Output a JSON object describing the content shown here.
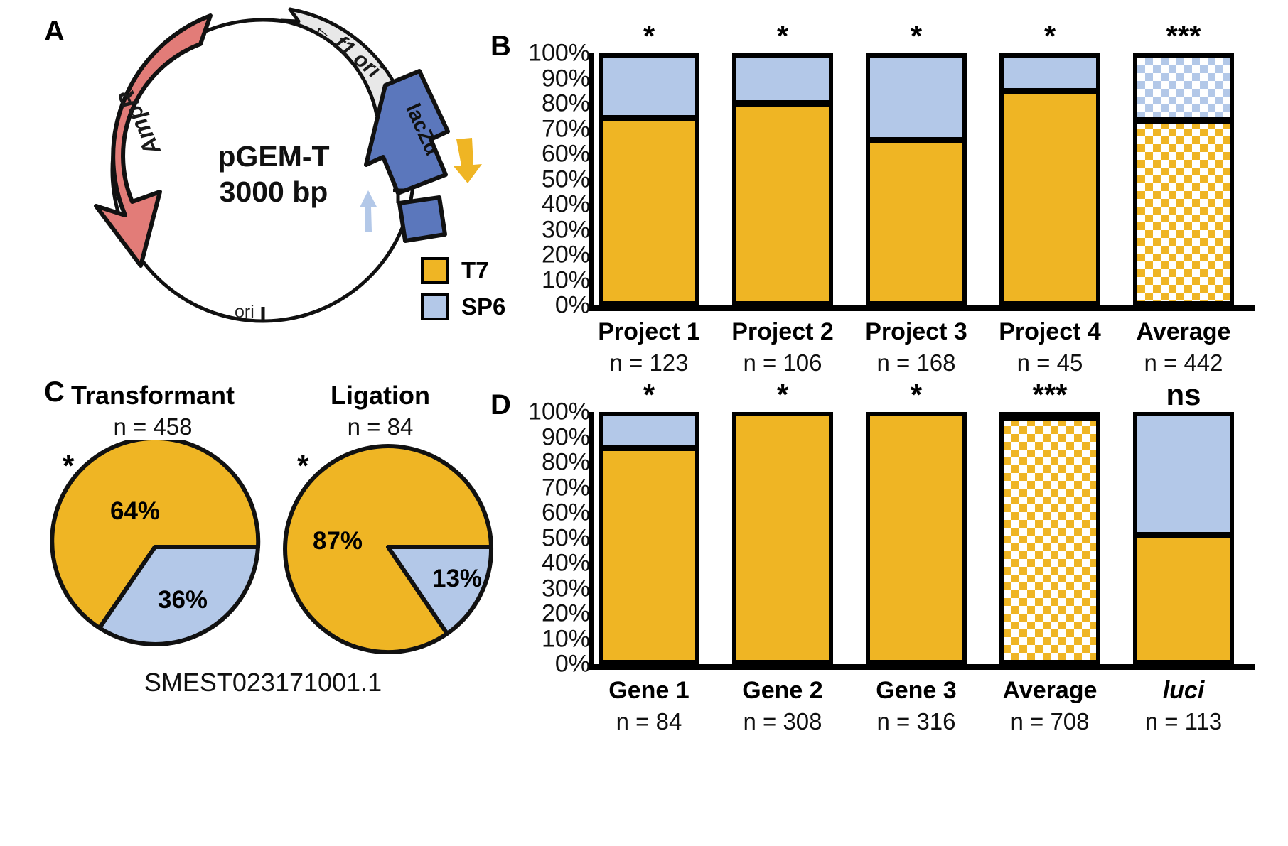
{
  "figure": {
    "panels": [
      "A",
      "B",
      "C",
      "D"
    ],
    "colors": {
      "t7_yellow": "#efb524",
      "sp6_blue": "#b3c8e8",
      "ampr_red": "#e27c78",
      "lacz_blue": "#5b77bc",
      "f1ori_grey": "#e8e8e8",
      "outline_black": "#000000"
    }
  },
  "panel_a": {
    "letter": "A",
    "plasmid_name": "pGEM-T",
    "plasmid_size": "3000 bp",
    "features": [
      {
        "name": "AmpR",
        "label": "AmpR",
        "color": "#e27c78"
      },
      {
        "name": "f1-ori",
        "label": "f1 ori",
        "arrow": "←",
        "color": "#e8e8e8"
      },
      {
        "name": "lacZ-alpha",
        "label": "lacZα",
        "color": "#5b77bc"
      },
      {
        "name": "T7-promoter",
        "label": "T7",
        "color": "#efb524"
      },
      {
        "name": "SP6-promoter",
        "label": "SP6",
        "color": "#b3c8e8"
      }
    ],
    "ori_label": "ori",
    "legend": [
      {
        "label": "T7",
        "color": "#efb524"
      },
      {
        "label": "SP6",
        "color": "#b3c8e8"
      }
    ]
  },
  "panel_c": {
    "letter": "C",
    "caption": "SMEST023171001.1",
    "pies": [
      {
        "title": "Transformant",
        "n_label": "n = 458",
        "significance": "*",
        "slices": [
          {
            "label": "64%",
            "value": 64,
            "color": "#efb524",
            "name": "T7"
          },
          {
            "label": "36%",
            "value": 36,
            "color": "#b3c8e8",
            "name": "SP6"
          }
        ]
      },
      {
        "title": "Ligation",
        "n_label": "n = 84",
        "significance": "*",
        "slices": [
          {
            "label": "87%",
            "value": 87,
            "color": "#efb524",
            "name": "T7"
          },
          {
            "label": "13%",
            "value": 13,
            "color": "#b3c8e8",
            "name": "SP6"
          }
        ]
      }
    ]
  },
  "chart_data": [
    {
      "panel": "B",
      "letter": "B",
      "type": "bar",
      "stacked": true,
      "title": "",
      "xlabel": "",
      "ylabel": "",
      "ylim": [
        0,
        100
      ],
      "yticks": [
        0,
        10,
        20,
        30,
        40,
        50,
        60,
        70,
        80,
        90,
        100
      ],
      "ytick_labels": [
        "0%",
        "10%",
        "20%",
        "30%",
        "40%",
        "50%",
        "60%",
        "70%",
        "80%",
        "90%",
        "100%"
      ],
      "grid": false,
      "legend_position": "panel-a",
      "categories": [
        "Project 1",
        "Project 2",
        "Project 3",
        "Project 4",
        "Average"
      ],
      "category_n_labels": [
        "n = 123",
        "n = 106",
        "n = 168",
        "n = 45",
        "n = 442"
      ],
      "category_styles": [
        "solid",
        "solid",
        "solid",
        "solid",
        "checkered"
      ],
      "significance": [
        "*",
        "*",
        "*",
        "*",
        "***"
      ],
      "series": [
        {
          "name": "T7",
          "color": "#efb524",
          "values": [
            75,
            81,
            66,
            86,
            74
          ]
        },
        {
          "name": "SP6",
          "color": "#b3c8e8",
          "values": [
            25,
            19,
            34,
            14,
            26
          ]
        }
      ]
    },
    {
      "panel": "D",
      "letter": "D",
      "type": "bar",
      "stacked": true,
      "title": "",
      "xlabel": "",
      "ylabel": "",
      "ylim": [
        0,
        100
      ],
      "yticks": [
        0,
        10,
        20,
        30,
        40,
        50,
        60,
        70,
        80,
        90,
        100
      ],
      "ytick_labels": [
        "0%",
        "10%",
        "20%",
        "30%",
        "40%",
        "50%",
        "60%",
        "70%",
        "80%",
        "90%",
        "100%"
      ],
      "grid": false,
      "legend_position": "panel-a",
      "categories": [
        "Gene 1",
        "Gene 2",
        "Gene 3",
        "Average",
        "luci"
      ],
      "category_italics": [
        false,
        false,
        false,
        false,
        true
      ],
      "category_n_labels": [
        "n = 84",
        "n = 308",
        "n = 316",
        "n = 708",
        "n = 113"
      ],
      "category_styles": [
        "solid",
        "solid",
        "solid",
        "checkered",
        "solid"
      ],
      "significance": [
        "*",
        "*",
        "*",
        "***",
        "ns"
      ],
      "series": [
        {
          "name": "T7",
          "color": "#efb524",
          "values": [
            87,
            100,
            100,
            99,
            51
          ]
        },
        {
          "name": "SP6",
          "color": "#b3c8e8",
          "values": [
            13,
            0,
            0,
            1,
            49
          ]
        }
      ]
    }
  ]
}
